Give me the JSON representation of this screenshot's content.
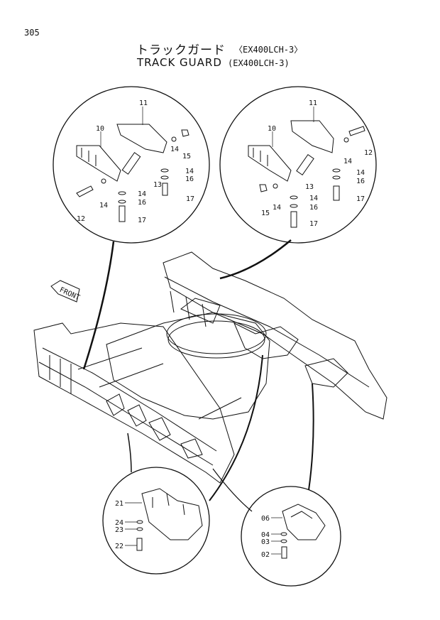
{
  "header": {
    "page_number": "305",
    "title_jp": "トラックガード",
    "model_jp": "〈EX400LCH-3〉",
    "title_en": "TRACK GUARD",
    "model_en": "(EX400LCH-3)"
  },
  "front_arrow": {
    "label": "FRONT"
  },
  "callouts": {
    "detail_a": [
      "11",
      "10",
      "15",
      "14",
      "14",
      "16",
      "13",
      "14",
      "16",
      "12",
      "14",
      "17",
      "17"
    ],
    "detail_b": [
      "11",
      "10",
      "12",
      "14",
      "14",
      "16",
      "13",
      "15",
      "14",
      "14",
      "16",
      "17",
      "17"
    ],
    "detail_c": [
      "21",
      "24",
      "23",
      "22"
    ],
    "detail_d": [
      "06",
      "04",
      "03",
      "02"
    ]
  }
}
